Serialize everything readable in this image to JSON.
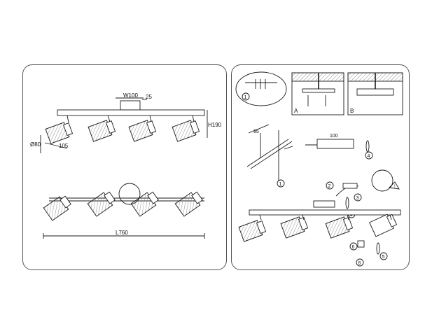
{
  "left": {
    "dims": {
      "width": "W100",
      "depth": "25",
      "height": "H190",
      "diameter": "Ø80",
      "shade_length": "105",
      "length": "L760"
    }
  },
  "right": {
    "steps": {
      "s1": "1",
      "s2": "2",
      "s3": "3",
      "s4": "4",
      "s5": "5",
      "s6": "6"
    },
    "views": {
      "a": "A",
      "b": "B"
    },
    "dims": {
      "hole_spacing": "95",
      "plate_width": "100"
    }
  },
  "colors": {
    "line": "#1a1a1a",
    "frame": "#555555",
    "hatch": "#888888"
  }
}
